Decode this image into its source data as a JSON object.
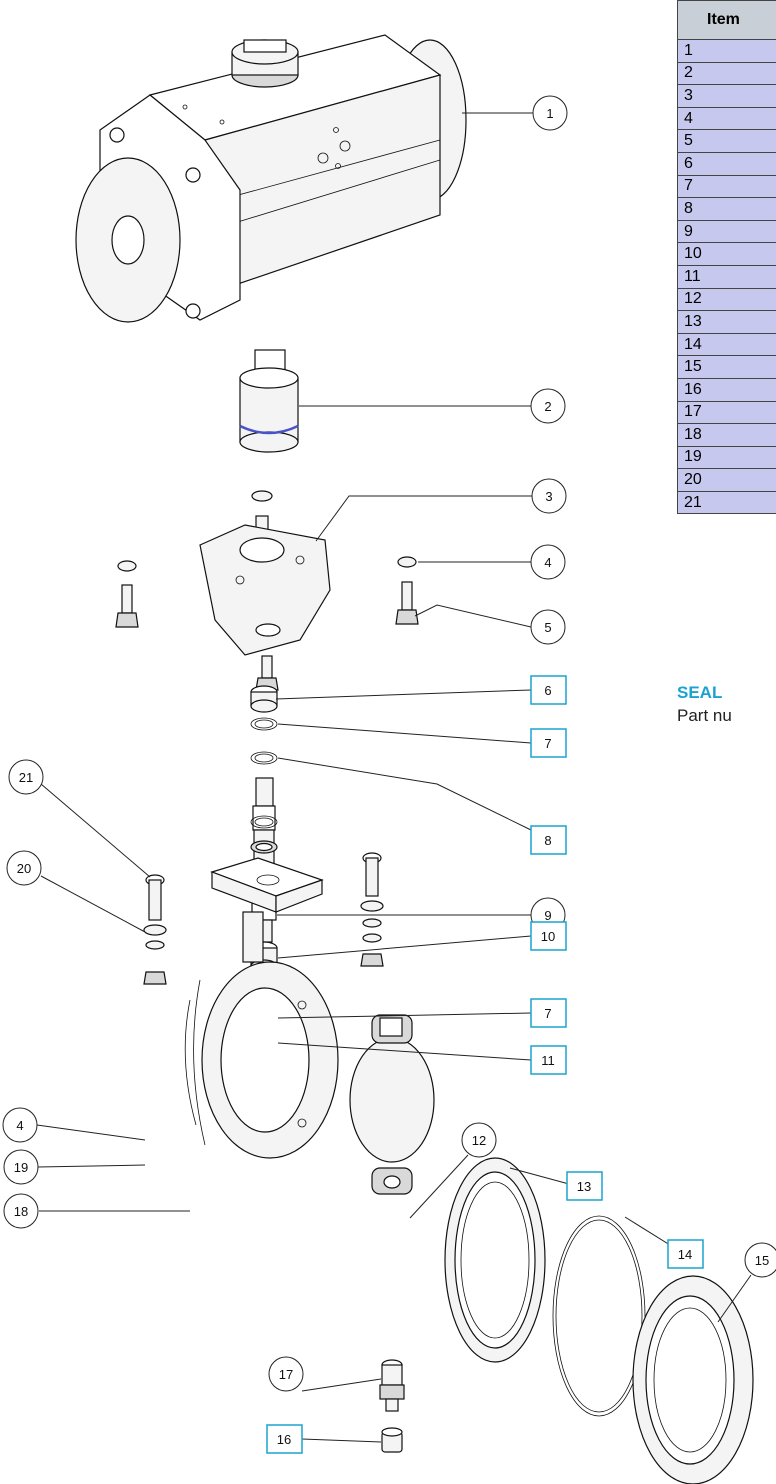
{
  "table": {
    "header": "Item",
    "rows": [
      "1",
      "2",
      "3",
      "4",
      "5",
      "6",
      "7",
      "8",
      "9",
      "10",
      "11",
      "12",
      "13",
      "14",
      "15",
      "16",
      "17",
      "18",
      "19",
      "20",
      "21"
    ]
  },
  "seal_kit": {
    "heading": "SEAL",
    "text": "Part nu"
  },
  "callouts": [
    {
      "label": "1",
      "style": "circle",
      "part": "pneumatic-actuator"
    },
    {
      "label": "2",
      "style": "circle",
      "part": "coupling-adapter"
    },
    {
      "label": "3",
      "style": "circle",
      "part": "mounting-bracket"
    },
    {
      "label": "4",
      "style": "circle",
      "part": "washer"
    },
    {
      "label": "5",
      "style": "circle",
      "part": "bracket-bolt"
    },
    {
      "label": "6",
      "style": "square-seal",
      "part": "bushing"
    },
    {
      "label": "7",
      "style": "square-seal",
      "part": "o-ring-upper"
    },
    {
      "label": "8",
      "style": "square-seal",
      "part": "o-ring"
    },
    {
      "label": "9",
      "style": "circle",
      "part": "stem-shaft"
    },
    {
      "label": "10",
      "style": "square-seal",
      "part": "lower-bushing"
    },
    {
      "label": "7",
      "style": "square-seal",
      "part": "o-ring-lower"
    },
    {
      "label": "11",
      "style": "square-seal",
      "part": "stem-seal"
    },
    {
      "label": "12",
      "style": "circle",
      "part": "disc"
    },
    {
      "label": "13",
      "style": "square-seal",
      "part": "seat-ring"
    },
    {
      "label": "14",
      "style": "square-seal",
      "part": "gasket-o-ring"
    },
    {
      "label": "15",
      "style": "circle",
      "part": "body-half"
    },
    {
      "label": "16",
      "style": "square-seal",
      "part": "bottom-bushing"
    },
    {
      "label": "17",
      "style": "circle",
      "part": "bottom-plug"
    },
    {
      "label": "18",
      "style": "circle",
      "part": "valve-body"
    },
    {
      "label": "19",
      "style": "circle",
      "part": "nut"
    },
    {
      "label": "20",
      "style": "circle",
      "part": "washer-large"
    },
    {
      "label": "4",
      "style": "circle",
      "part": "washer-small"
    },
    {
      "label": "21",
      "style": "circle",
      "part": "socket-head-bolt"
    }
  ],
  "colors": {
    "seal_box": "#1aa3d0",
    "table_header_bg": "#c9cfd6",
    "table_cell_bg": "#c6c8ee",
    "seal_heading": "#1aa3d0",
    "coupling_band": "#4a52c8"
  }
}
